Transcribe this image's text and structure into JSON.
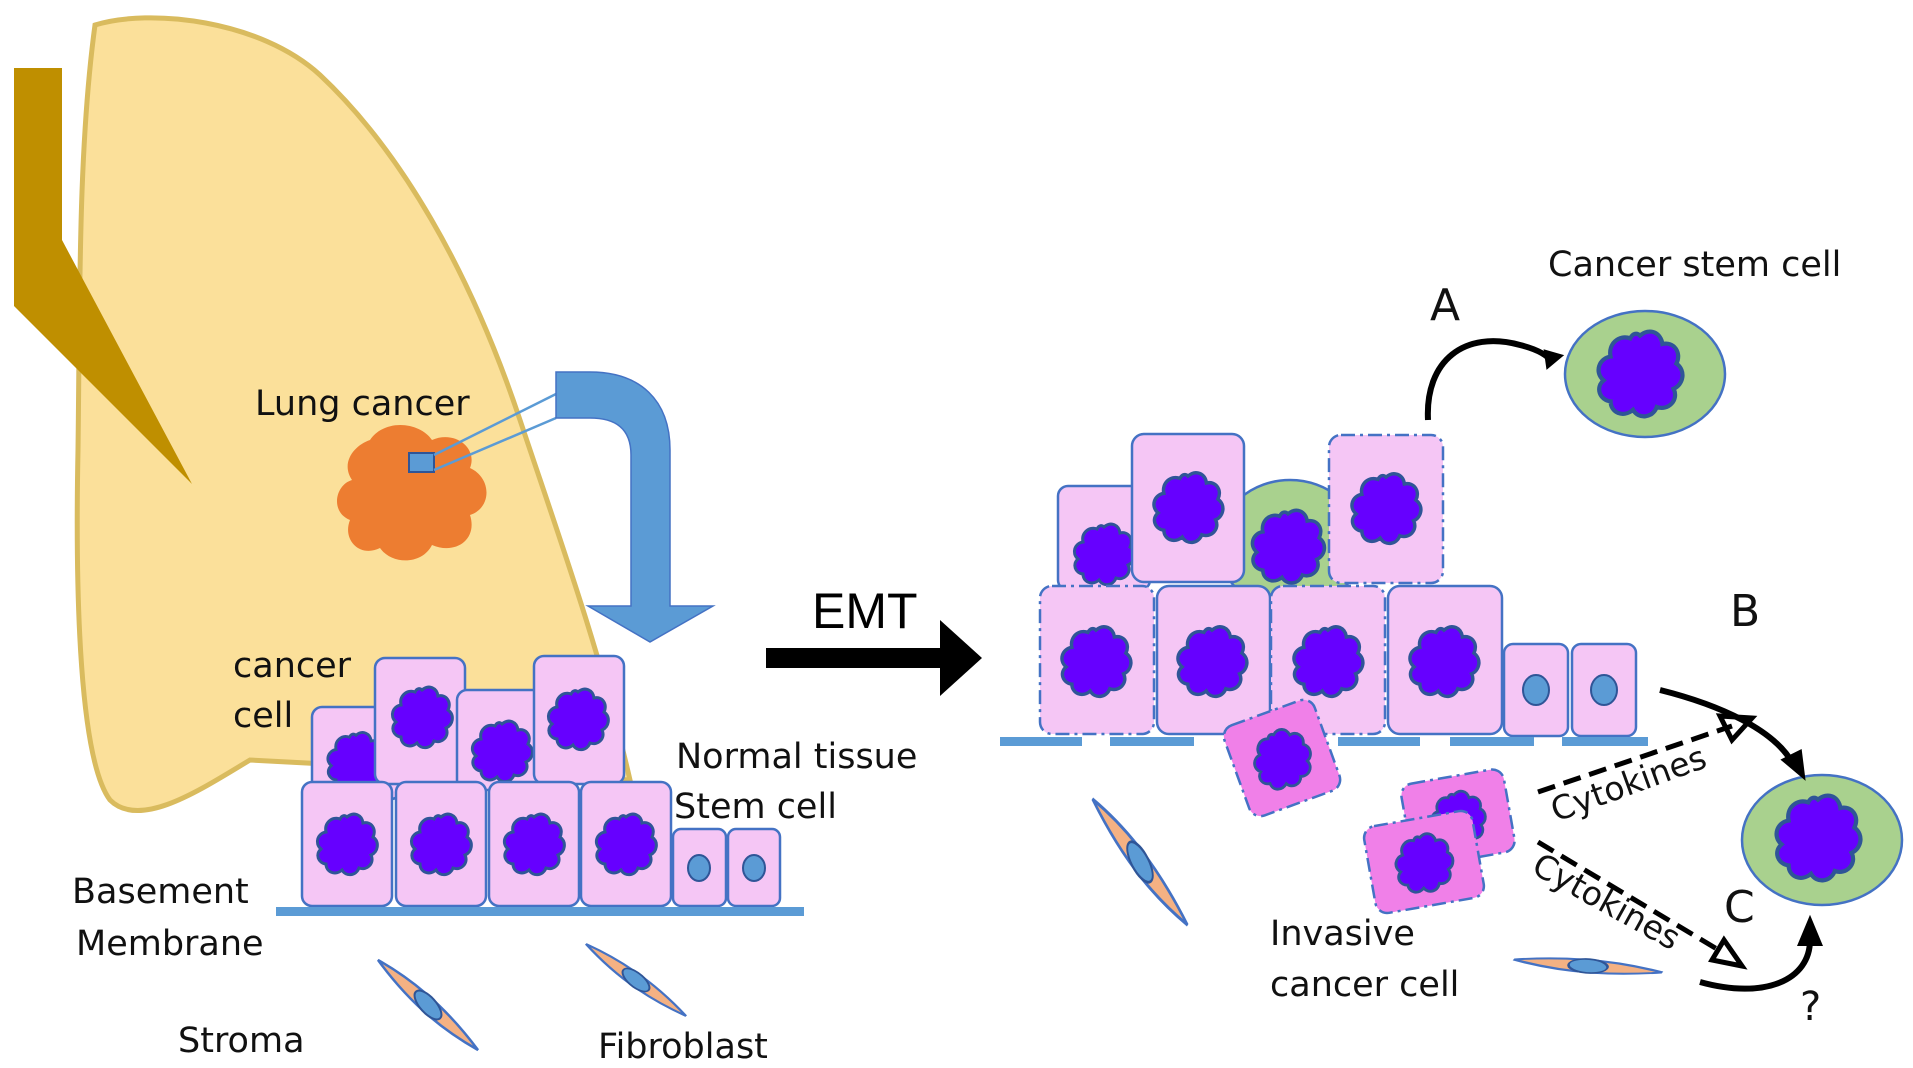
{
  "labels": {
    "lung_cancer": "Lung cancer",
    "cancer_cell_line1": "cancer",
    "cancer_cell_line2": "cell",
    "normal_tissue": "Normal  tissue",
    "stem_cell": "Stem cell",
    "basement_line1": "Basement",
    "basement_line2": "Membrane",
    "stroma": "Stroma",
    "fibroblast": "Fibroblast",
    "emt": "EMT",
    "cancer_stem_cell": "Cancer stem cell",
    "path_a": "A",
    "path_b": "B",
    "path_c": "C",
    "question": "?",
    "cytokines_upper": "Cytokines",
    "cytokines_lower": "Cytokines",
    "invasive_line1": "Invasive",
    "invasive_line2": "cancer cell"
  },
  "colors": {
    "lung_fill": "#fbe09a",
    "lung_stroke": "#d9bb5e",
    "bronchus": "#bf8f00",
    "tumor": "#ed7d31",
    "arrow_blue": "#5b9bd5",
    "cell_fill": "#f5c6f5",
    "cell_stroke": "#4472c4",
    "invasive_fill": "#f080e8",
    "nucleus": "#6600ff",
    "stem_fill": "#a9d18e",
    "fibroblast_fill": "#f4b183"
  }
}
